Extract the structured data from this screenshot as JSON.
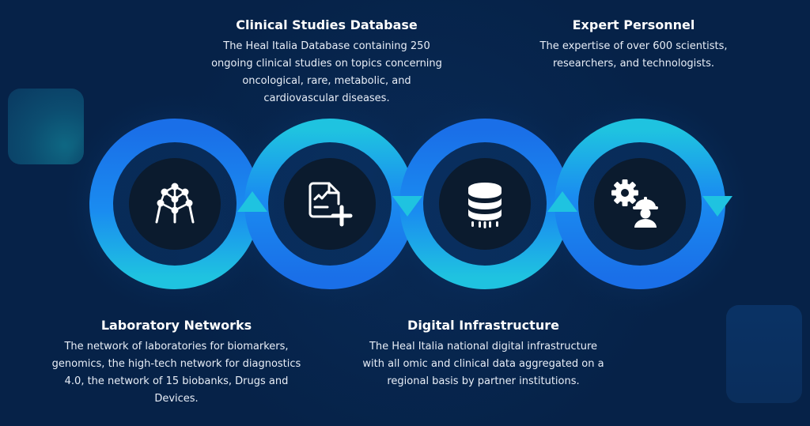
{
  "stages": [
    {
      "id": "laboratory",
      "title": "Laboratory Networks",
      "description": "The network of laboratories for biomarkers, genomics, the high-tech network for diagnostics 4.0, the network of 15 biobanks, Drugs and Devices.",
      "icon": "laboratory-network-icon"
    },
    {
      "id": "clinical",
      "title": "Clinical Studies Database",
      "description": "The Heal Italia Database containing 250 ongoing clinical studies on topics concerning oncological, rare, metabolic, and cardiovascular diseases.",
      "icon": "clinical-document-plus-icon"
    },
    {
      "id": "digital",
      "title": "Digital Infrastructure",
      "description": "The Heal Italia national digital infrastructure with all omic and clinical data aggregated on a regional basis by partner institutions.",
      "icon": "database-icon"
    },
    {
      "id": "expert",
      "title": "Expert Personnel",
      "description": "The expertise of over 600 scientists, researchers, and technologists.",
      "icon": "gear-worker-icon"
    }
  ],
  "colors": {
    "background": "#062248",
    "ring_blue": "#1a6fe8",
    "ring_cyan": "#1fc3e0",
    "inner_circle": "#0b1b2e",
    "icon": "#ffffff"
  }
}
